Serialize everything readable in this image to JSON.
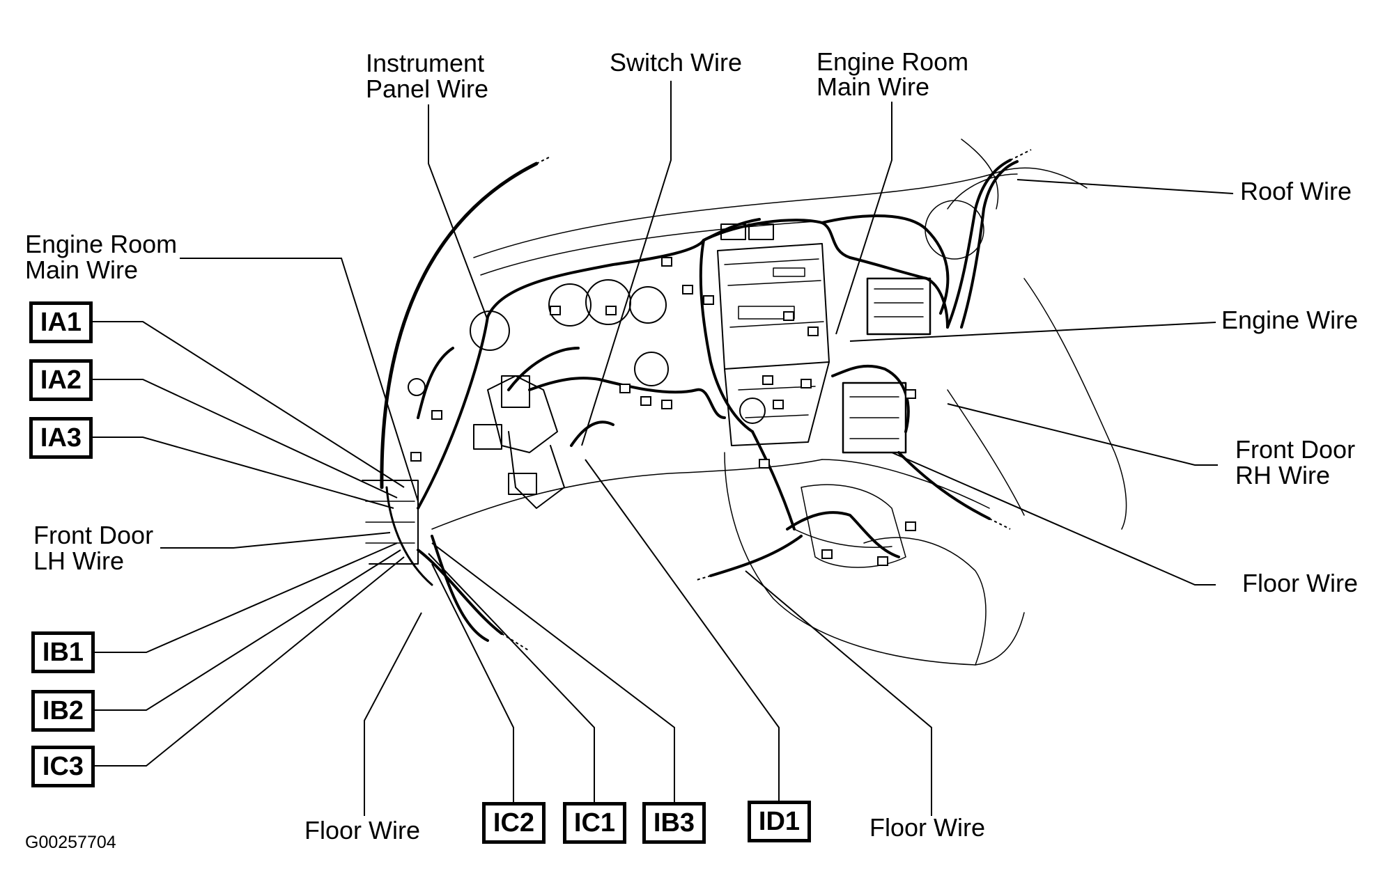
{
  "labels": {
    "instrument_panel_line1": "Instrument",
    "instrument_panel_line2": "Panel Wire",
    "switch_wire": "Switch Wire",
    "engine_room_top_line1": "Engine Room",
    "engine_room_top_line2": "Main Wire",
    "engine_room_left_line1": "Engine Room",
    "engine_room_left_line2": "Main Wire",
    "roof_wire": "Roof Wire",
    "engine_wire": "Engine Wire",
    "front_door_rh_line1": "Front Door",
    "front_door_rh_line2": "RH Wire",
    "floor_wire_right": "Floor Wire",
    "front_door_lh_line1": "Front Door",
    "front_door_lh_line2": "LH Wire",
    "floor_wire_bottom_left": "Floor Wire",
    "floor_wire_bottom_right": "Floor Wire"
  },
  "connectors": {
    "ia1": "IA1",
    "ia2": "IA2",
    "ia3": "IA3",
    "ib1": "IB1",
    "ib2": "IB2",
    "ic3": "IC3",
    "ic2": "IC2",
    "ic1": "IC1",
    "ib3": "IB3",
    "id1": "ID1"
  },
  "figure_id": "G00257704"
}
